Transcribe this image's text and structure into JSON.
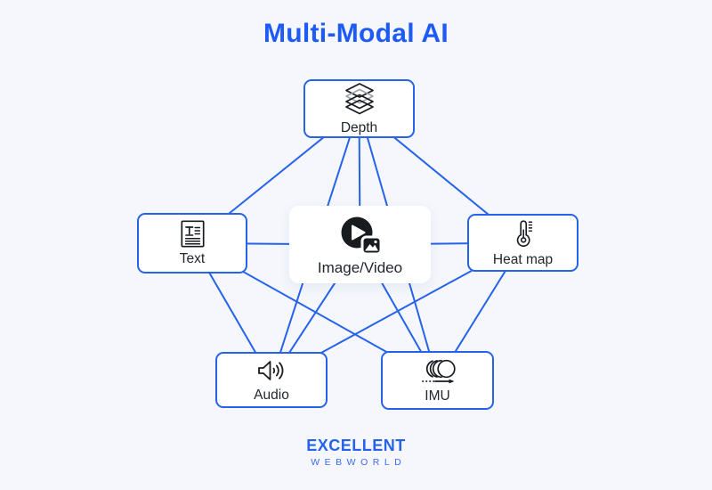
{
  "title": {
    "text": "Multi-Modal AI"
  },
  "colors": {
    "background": "#f5f7fc",
    "accent": "#2563eb",
    "line": "#2563eb",
    "title": "#1e5af5",
    "icon": "#181b20",
    "icon_muted": "#9aa2ad",
    "box_bg": "#ffffff"
  },
  "nodes": {
    "depth": {
      "label": "Depth",
      "icon": "layers-icon"
    },
    "text": {
      "label": "Text",
      "icon": "text-document-icon"
    },
    "image_video": {
      "label": "Image/Video",
      "icon": "play-photo-icon"
    },
    "heatmap": {
      "label": "Heat map",
      "icon": "thermometer-icon"
    },
    "audio": {
      "label": "Audio",
      "icon": "speaker-icon"
    },
    "imu": {
      "label": "IMU",
      "icon": "motion-circles-icon"
    }
  },
  "diagram": {
    "line_width": 2,
    "edges": [
      [
        "depth",
        "text"
      ],
      [
        "depth",
        "image_video"
      ],
      [
        "depth",
        "heatmap"
      ],
      [
        "depth",
        "audio"
      ],
      [
        "depth",
        "imu"
      ],
      [
        "text",
        "image_video"
      ],
      [
        "image_video",
        "heatmap"
      ],
      [
        "text",
        "audio"
      ],
      [
        "text",
        "imu"
      ],
      [
        "image_video",
        "audio"
      ],
      [
        "image_video",
        "imu"
      ],
      [
        "heatmap",
        "audio"
      ],
      [
        "heatmap",
        "imu"
      ]
    ]
  },
  "logo": {
    "line1": "EXCELLENT",
    "line2": "WEBWORLD"
  }
}
